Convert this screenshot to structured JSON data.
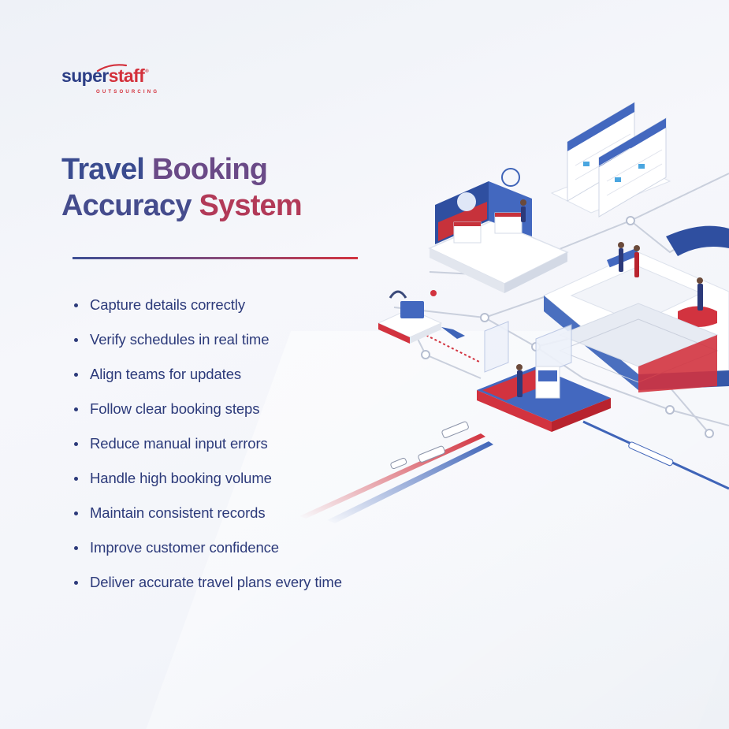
{
  "brand": {
    "name_part1": "super",
    "name_part2": "staff",
    "registered_mark": "®",
    "tagline": "OUTSOURCING"
  },
  "title": {
    "line1_word1": "Travel",
    "line1_word2": "Booking",
    "line2_word1": "Accuracy",
    "line2_word2": "System"
  },
  "bullets": [
    "Capture details correctly",
    "Verify schedules in real time",
    "Align teams for updates",
    "Follow clear booking steps",
    "Reduce manual input errors",
    "Handle high booking volume",
    "Maintain consistent records",
    "Improve customer confidence",
    "Deliver accurate travel plans every time"
  ],
  "colors": {
    "navy": "#2c3a7a",
    "brand_blue": "#2c3e86",
    "brand_red": "#d32f3a",
    "platform_blue": "#4a6fbf",
    "platform_red": "#d2333f"
  },
  "illustration": {
    "icons": [
      "calendar-panel-icon",
      "globe-screen-icon",
      "headset-icon",
      "airplane-icon",
      "train-icon",
      "bus-icon",
      "car-icon"
    ]
  }
}
